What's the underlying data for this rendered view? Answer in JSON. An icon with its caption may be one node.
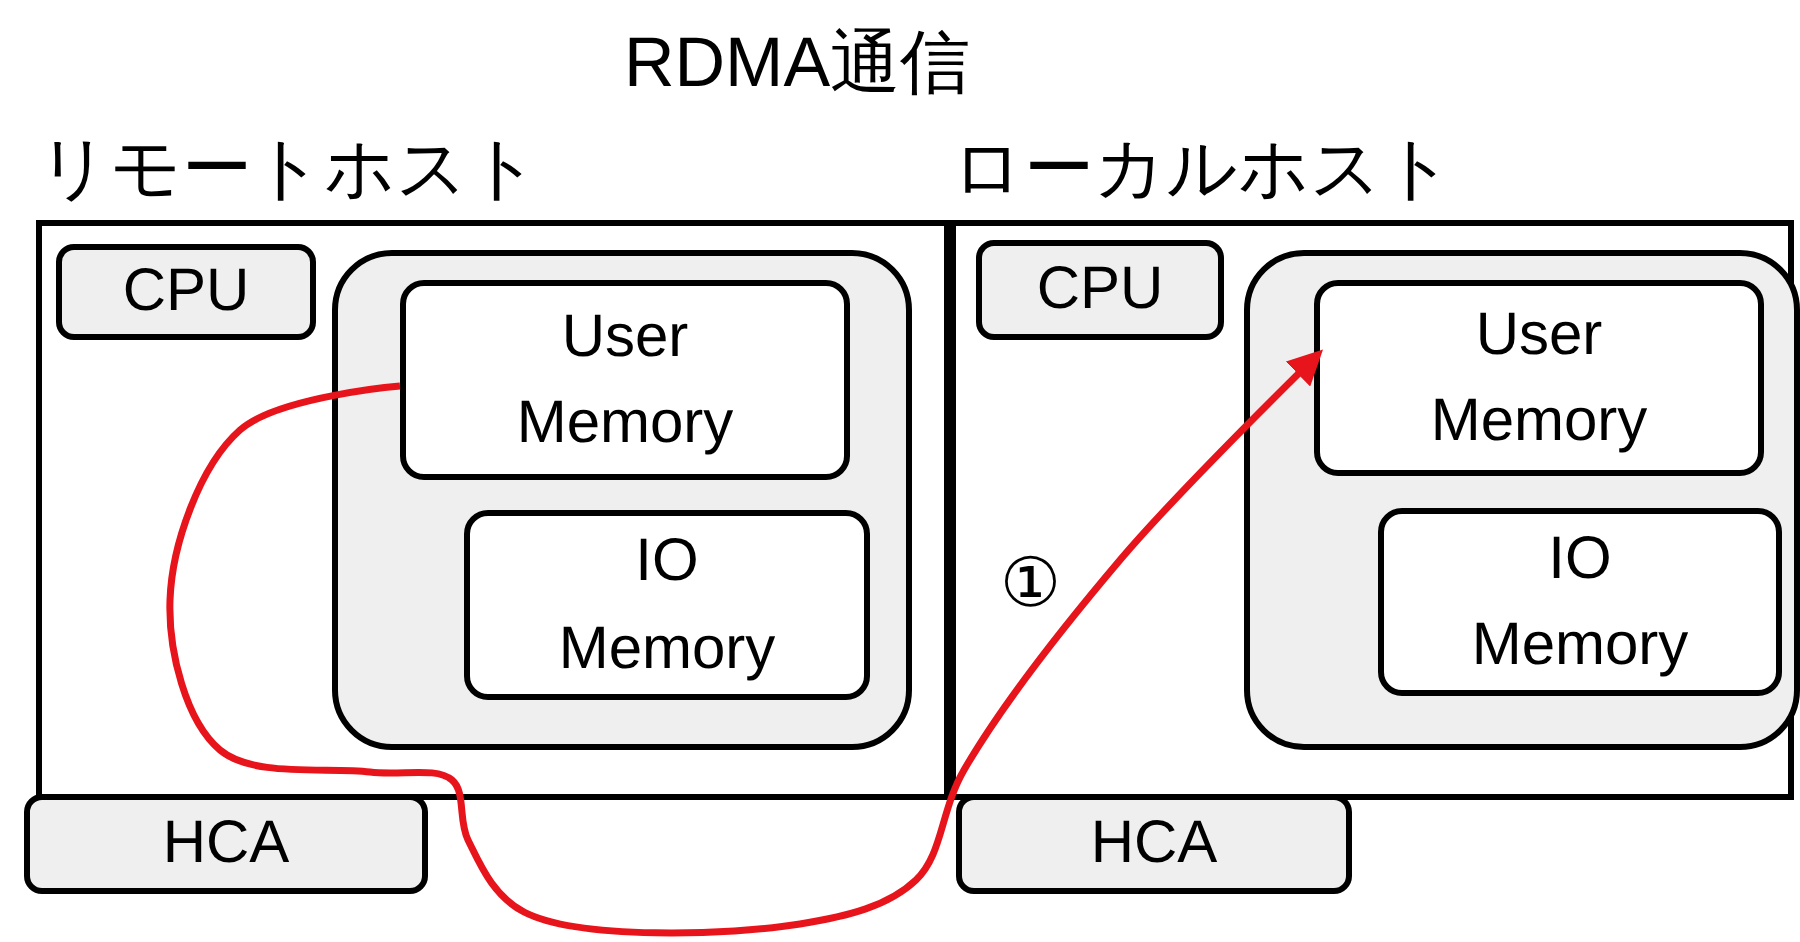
{
  "diagram": {
    "title": "RDMA通信",
    "nodes": [
      {
        "text": [
          "リモートホスト"
        ]
      },
      {
        "text": [
          "CPU"
        ],
        "in": 0
      },
      {
        "text": [],
        "shape": "box",
        "in": 0
      },
      {
        "text": [
          "User Memory"
        ],
        "in": 2
      },
      {
        "text": [
          "IO Memory"
        ],
        "in": 2
      },
      {
        "text": [
          "HCA"
        ]
      },
      {
        "text": [
          "ローカルホスト"
        ]
      },
      {
        "text": [
          "CPU"
        ],
        "in": 6
      },
      {
        "text": [],
        "shape": "box",
        "in": 6
      },
      {
        "text": [
          "User Memory"
        ],
        "in": 8
      },
      {
        "text": [
          "IO Memory"
        ],
        "in": 8
      },
      {
        "text": [
          "HCA"
        ]
      }
    ],
    "edges": [
      {
        "from": 3,
        "to": 9,
        "arrow": "to",
        "color": "#e8141b"
      }
    ],
    "labels": [
      "①"
    ]
  }
}
